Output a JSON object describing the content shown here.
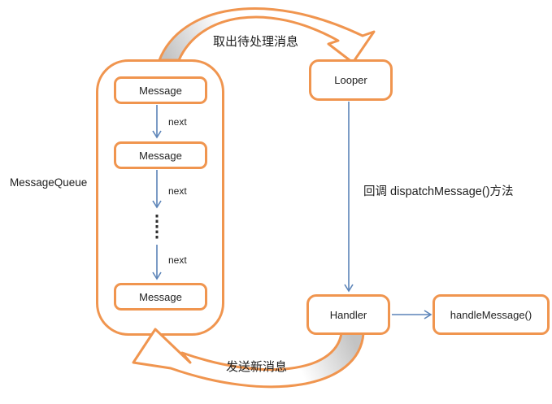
{
  "colors": {
    "accent_orange": "#F0954F",
    "accent_blue": "#5C84B8",
    "shadow_gray": "#C3C3C3"
  },
  "message_queue": {
    "label": "MessageQueue",
    "messages": [
      "Message",
      "Message",
      "Message"
    ],
    "next_labels": [
      "next",
      "next",
      "next"
    ]
  },
  "nodes": {
    "looper": "Looper",
    "handler": "Handler",
    "handle_message": "handleMessage()"
  },
  "edges": {
    "dequeue_label": "取出待处理消息",
    "dispatch_label": "回调 dispatchMessage()方法",
    "send_label": "发送新消息"
  }
}
